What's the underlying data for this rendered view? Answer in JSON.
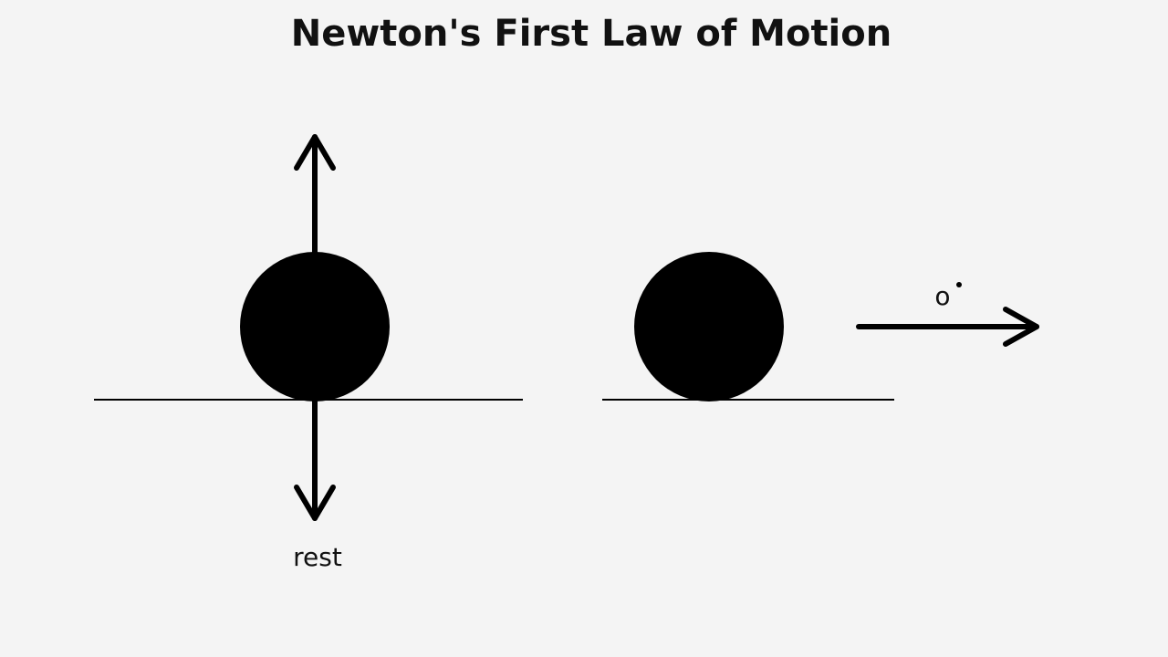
{
  "title": "Newton's First Law of Motion",
  "labels": {
    "rest": "rest",
    "motion": "o"
  },
  "colors": {
    "background": "#f4f4f4",
    "ink": "#000000",
    "text": "#111111"
  }
}
